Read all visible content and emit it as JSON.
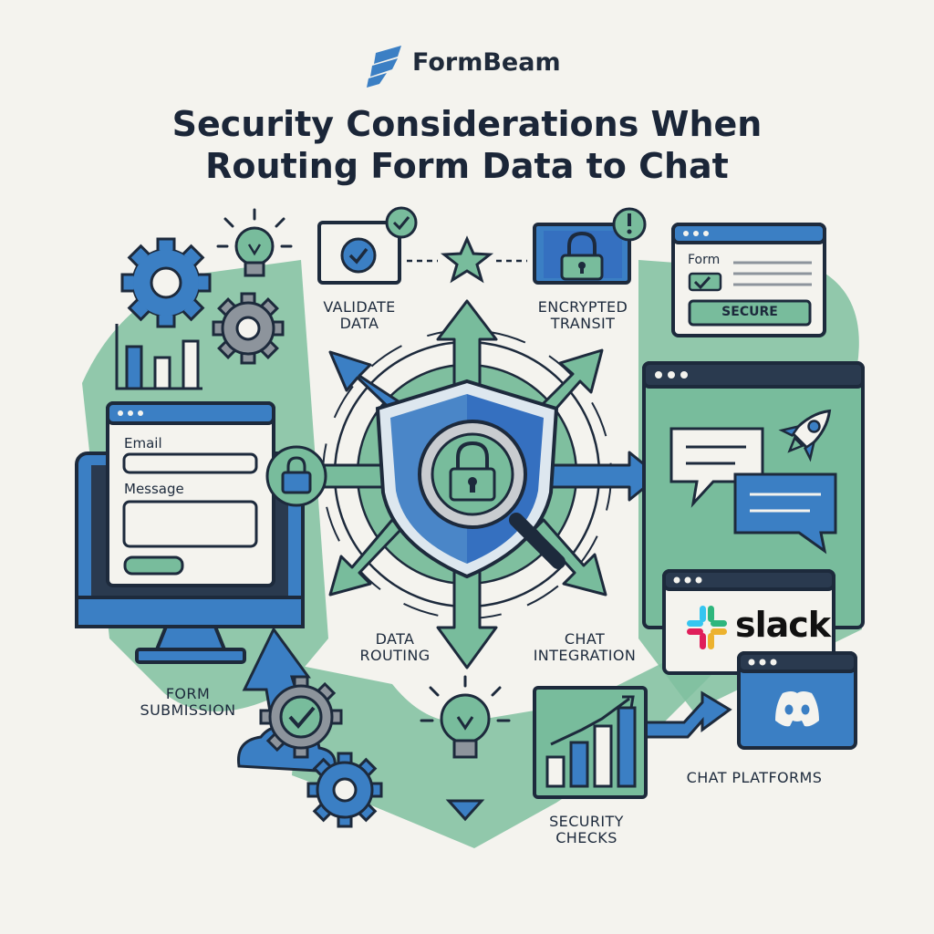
{
  "brand": {
    "name": "FormBeam"
  },
  "title": {
    "line1": "Security Considerations When",
    "line2": "Routing Form Data to Chat"
  },
  "labels": {
    "validate": {
      "line1": "VALIDATE",
      "line2": "DATA"
    },
    "encrypted": {
      "line1": "ENCRYPTED",
      "line2": "TRANSIT"
    },
    "routing": {
      "line1": "DATA",
      "line2": "ROUTING"
    },
    "integration": {
      "line1": "CHAT",
      "line2": "INTEGRATION"
    },
    "submission": {
      "line1": "FORM",
      "line2": "SUBMISSION"
    },
    "checks": {
      "line1": "SECURITY",
      "line2": "CHECKS"
    },
    "platforms": "CHAT PLATFORMS"
  },
  "form_window": {
    "email_label": "Email",
    "message_label": "Message"
  },
  "secure_window": {
    "form_label": "Form",
    "button_label": "SECURE"
  },
  "platforms": {
    "slack": "slack"
  },
  "colors": {
    "blue": "#4a86c8",
    "green": "#78bc9c",
    "green_dark": "#5aa888",
    "navy": "#1d2a3c",
    "background": "#f4f3ee"
  }
}
